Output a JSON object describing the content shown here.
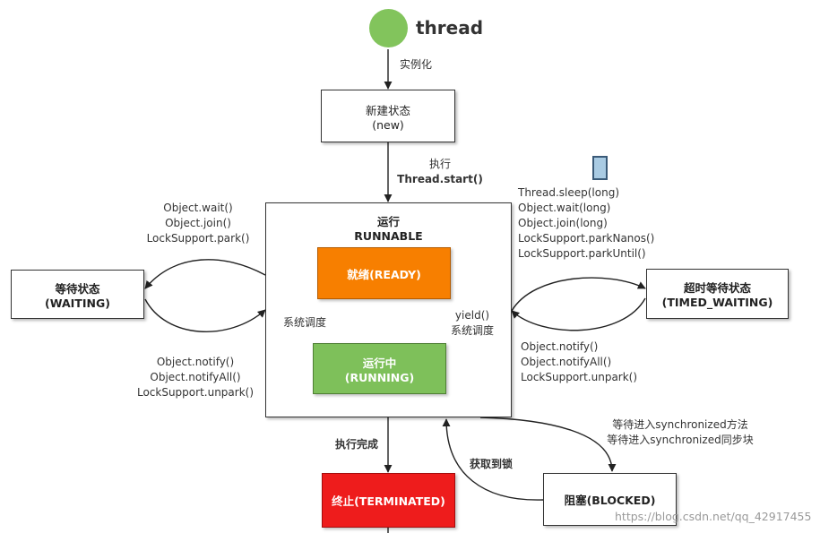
{
  "thread": {
    "label": "thread",
    "color": "#82c45c"
  },
  "nodes": {
    "new": {
      "line1": "新建状态",
      "line2": "(new)"
    },
    "runnable": {
      "line1": "运行",
      "line2": "RUNNABLE"
    },
    "ready": {
      "label": "就绪(READY)",
      "color": "#f77f00"
    },
    "running": {
      "line1": "运行中",
      "line2": "(RUNNING)",
      "color": "#7ec05a"
    },
    "waiting": {
      "line1": "等待状态",
      "line2": "(WAITING)"
    },
    "timed_waiting": {
      "line1": "超时等待状态",
      "line2": "(TIMED_WAITING)"
    },
    "blocked": {
      "label": "阻塞(BLOCKED)"
    },
    "terminated": {
      "label": "终止(TERMINATED)",
      "color": "#ee1c1c"
    }
  },
  "edges": {
    "instantiate": "实例化",
    "start": {
      "line1": "执行",
      "line2": "Thread.start()"
    },
    "to_waiting": [
      "Object.wait()",
      "Object.join()",
      "LockSupport.park()"
    ],
    "from_waiting": [
      "Object.notify()",
      "Object.notifyAll()",
      "LockSupport.unpark()"
    ],
    "to_timed": [
      "Thread.sleep(long)",
      "Object.wait(long)",
      "Object.join(long)",
      "LockSupport.parkNanos()",
      "LockSupport.parkUntil()"
    ],
    "from_timed": [
      "Object.notify()",
      "Object.notifyAll()",
      "LockSupport.unpark()"
    ],
    "schedule": "系统调度",
    "yield": {
      "line1": "yield()",
      "line2": "系统调度"
    },
    "finish": "执行完成",
    "to_blocked": [
      "等待进入synchronized方法",
      "等待进入synchronized同步块"
    ],
    "acquire_lock": "获取到锁"
  },
  "watermark": "https://blog.csdn.net/qq_42917455"
}
